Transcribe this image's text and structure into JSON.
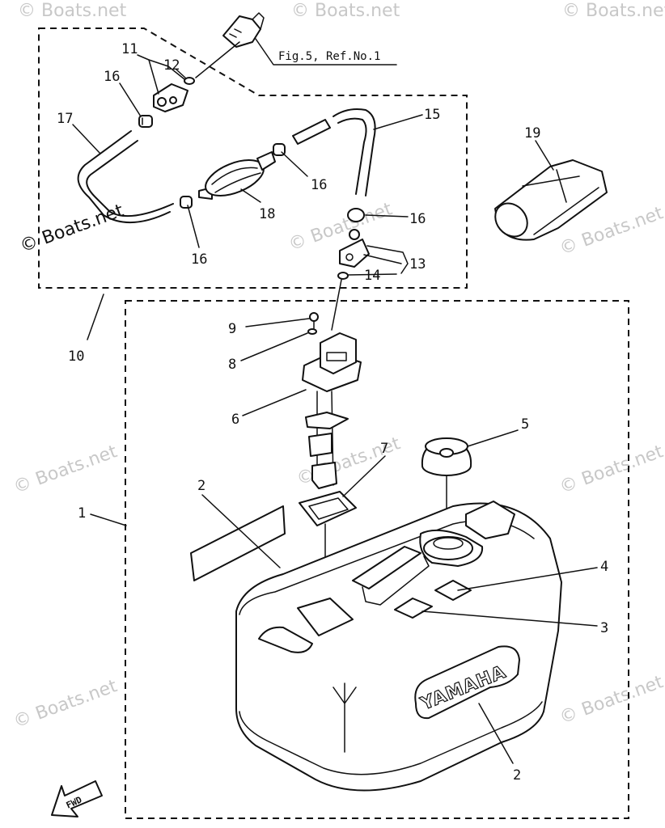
{
  "diagram": {
    "reference_note": "Fig.5, Ref.No.1",
    "direction_label": "FWD",
    "tank_brand": "YAMAHA",
    "watermark": "© Boats.net",
    "callouts": {
      "c1": "1",
      "c2a": "2",
      "c2b": "2",
      "c3": "3",
      "c4": "4",
      "c5": "5",
      "c6": "6",
      "c7": "7",
      "c8": "8",
      "c9": "9",
      "c10": "10",
      "c11": "11",
      "c12": "12",
      "c13": "13",
      "c14": "14",
      "c15": "15",
      "c16a": "16",
      "c16b": "16",
      "c16c": "16",
      "c16d": "16",
      "c17": "17",
      "c18": "18",
      "c19": "19"
    }
  }
}
